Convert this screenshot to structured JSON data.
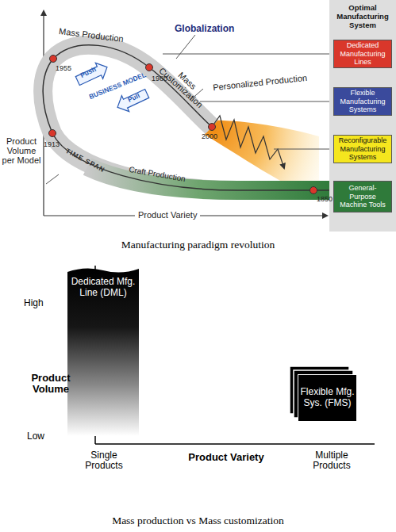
{
  "diagram": {
    "nodes": [
      {
        "text": [
          "Optimal Manufacturing System"
        ]
      },
      {
        "text": [
          "Dedicated Manufacturing Lines"
        ],
        "in": 0
      },
      {
        "text": [
          "Flexible Manufacturing Systems"
        ],
        "in": 0
      },
      {
        "text": [
          "Reconfigurable Manufacturing Systems"
        ],
        "in": 0
      },
      {
        "text": [
          "General-Purpose Machine Tools"
        ],
        "in": 0
      },
      {
        "text": [
          "Dedicated Mfg. Line (DML)"
        ]
      },
      {
        "text": [
          "Flexible Mfg. Sys. (FMS)"
        ]
      }
    ],
    "labels": [
      "Mass Production",
      "Globalization",
      "Mass Customization",
      "Personalized Production",
      "1955",
      "1980",
      "2000",
      "1913",
      "1850",
      "Push",
      "BUSINESS MODEL",
      "Pull",
      "TIME SPAN",
      "Craft Production",
      "Product Volume per Model",
      "Product Variety",
      "Manufacturing paradigm revolution",
      "High",
      "Product Volume",
      "Low",
      "Single Products",
      "Product Variety",
      "Multiple Products",
      "Mass production vs Mass customization"
    ]
  }
}
